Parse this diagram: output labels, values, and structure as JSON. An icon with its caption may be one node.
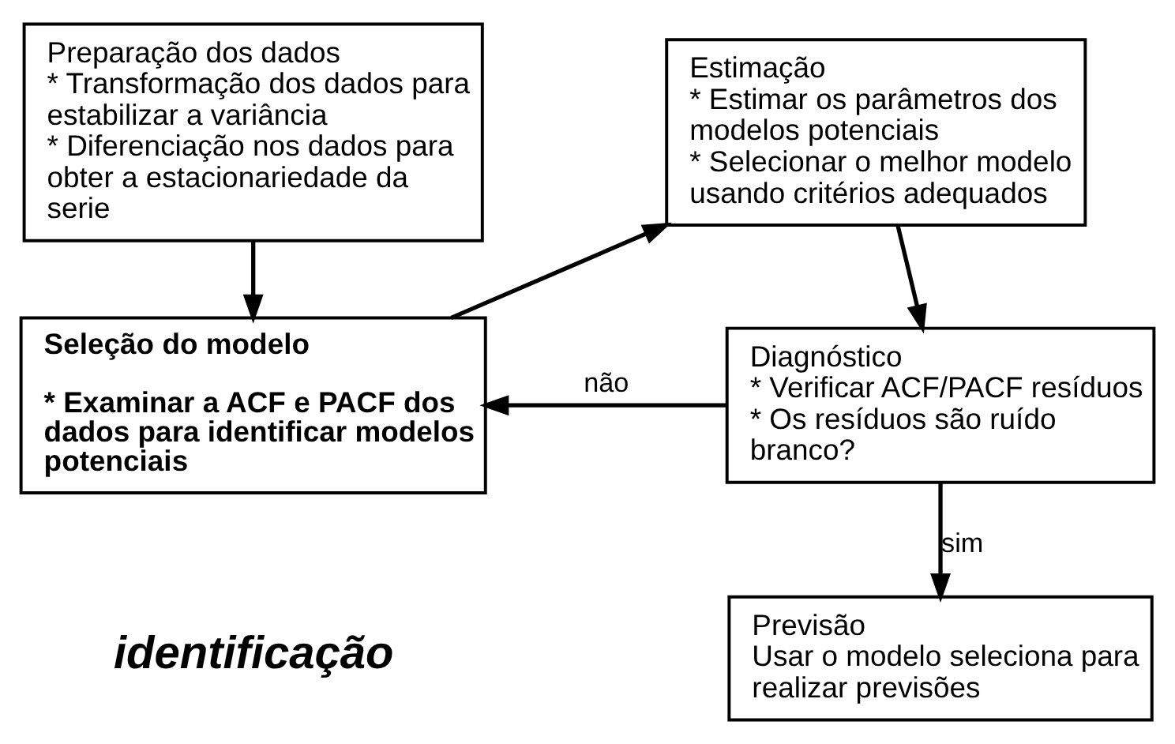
{
  "diagram": {
    "nodes": [
      {
        "text": [
          "Preparação dos dados",
          "* Transformação dos dados para estabilizar a variância",
          "* Diferenciação nos dados para obter a estacionariedade da serie"
        ]
      },
      {
        "text": [
          "Seleção do modelo",
          "* Examinar a ACF e PACF dos dados para identificar modelos potenciais"
        ]
      },
      {
        "text": [
          "Estimação",
          "* Estimar os parâmetros dos modelos potenciais",
          "* Selecionar o melhor modelo usando critérios adequados"
        ]
      },
      {
        "text": [
          "Diagnóstico",
          "* Verificar ACF/PACF resíduos",
          "* Os resíduos são ruído branco?"
        ]
      },
      {
        "text": [
          "Previsão",
          "Usar o modelo seleciona para realizar previsões"
        ]
      }
    ],
    "edges": [
      {
        "from": 0,
        "to": 1,
        "arrow": "to"
      },
      {
        "from": 1,
        "to": 2,
        "arrow": "to"
      },
      {
        "from": 2,
        "to": 3,
        "arrow": "to"
      },
      {
        "from": 3,
        "to": 1,
        "arrow": "to",
        "label": "não"
      },
      {
        "from": 3,
        "to": 4,
        "arrow": "to",
        "label": "sim"
      }
    ],
    "labels": [
      "identificação"
    ]
  }
}
